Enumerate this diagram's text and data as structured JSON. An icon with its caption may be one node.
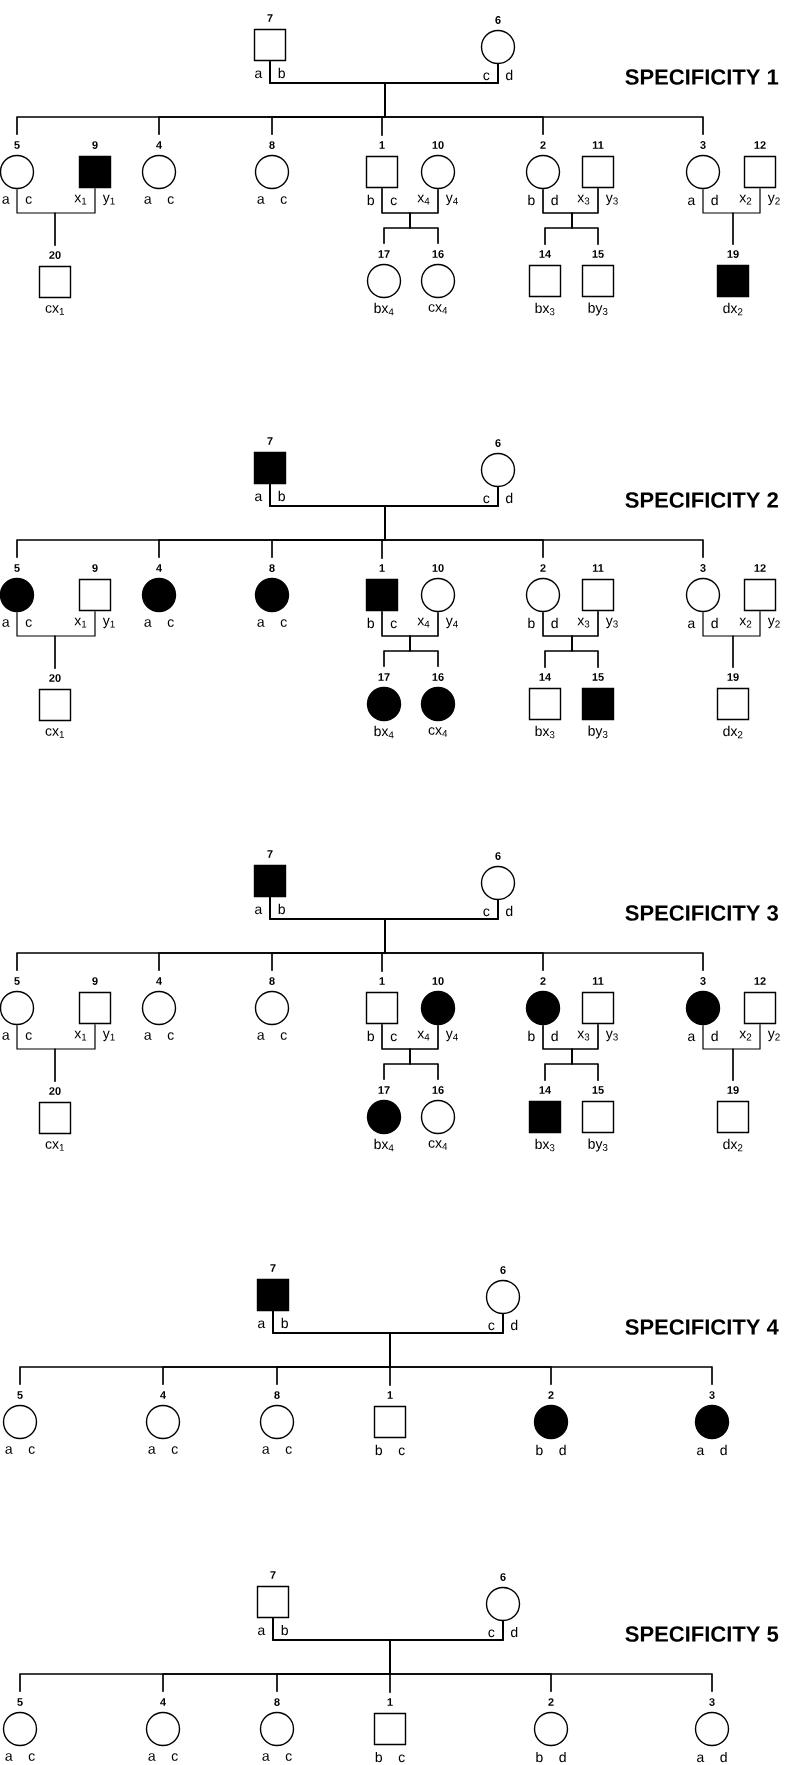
{
  "diagram": {
    "nodes": [
      {
        "text": [],
        "shape": "box",
        "beside": [
          "7",
          "a b"
        ]
      },
      {
        "text": [],
        "shape": "circle",
        "beside": [
          "6",
          "c d"
        ]
      },
      {
        "text": [],
        "shape": "circle",
        "beside": [
          "5",
          "a c"
        ]
      },
      {
        "text": [],
        "shape": "filled-box",
        "beside": [
          "9",
          "x$_{1}$ y$_{1}$"
        ]
      },
      {
        "text": [],
        "shape": "circle",
        "beside": [
          "4",
          "a c"
        ]
      },
      {
        "text": [],
        "shape": "circle",
        "beside": [
          "8",
          "a c"
        ]
      },
      {
        "text": [],
        "shape": "box",
        "beside": [
          "1",
          "b c"
        ]
      },
      {
        "text": [],
        "shape": "circle",
        "beside": [
          "10",
          "x$_{4}$ y$_{4}$"
        ]
      },
      {
        "text": [],
        "shape": "circle",
        "beside": [
          "2",
          "b d"
        ]
      },
      {
        "text": [],
        "shape": "box",
        "beside": [
          "11",
          "x$_{3}$ y$_{3}$"
        ]
      },
      {
        "text": [],
        "shape": "circle",
        "beside": [
          "3",
          "a d"
        ]
      },
      {
        "text": [],
        "shape": "box",
        "beside": [
          "12",
          "x$_{2}$ y$_{2}$"
        ]
      },
      {
        "text": [],
        "shape": "box",
        "beside": [
          "20",
          "cx$_{1}$"
        ]
      },
      {
        "text": [],
        "shape": "circle",
        "beside": [
          "17",
          "bx$_{4}$"
        ]
      },
      {
        "text": [],
        "shape": "circle",
        "beside": [
          "16",
          "cx$_{4}$"
        ]
      },
      {
        "text": [],
        "shape": "box",
        "beside": [
          "14",
          "bx$_{3}$"
        ]
      },
      {
        "text": [],
        "shape": "box",
        "beside": [
          "15",
          "by$_{3}$"
        ]
      },
      {
        "text": [],
        "shape": "filled-box",
        "beside": [
          "19",
          "dx$_{2}$"
        ]
      },
      {
        "text": [],
        "shape": "filled-box",
        "beside": [
          "7",
          "a b"
        ]
      },
      {
        "text": [],
        "shape": "circle",
        "beside": [
          "6",
          "c d"
        ]
      },
      {
        "text": [],
        "shape": "filled-circle",
        "beside": [
          "5",
          "a c"
        ]
      },
      {
        "text": [],
        "shape": "box",
        "beside": [
          "9",
          "x$_{1}$ y$_{1}$"
        ]
      },
      {
        "text": [],
        "shape": "filled-circle",
        "beside": [
          "4",
          "a c"
        ]
      },
      {
        "text": [],
        "shape": "filled-circle",
        "beside": [
          "8",
          "a c"
        ]
      },
      {
        "text": [],
        "shape": "filled-box",
        "beside": [
          "1",
          "b c"
        ]
      },
      {
        "text": [],
        "shape": "circle",
        "beside": [
          "10",
          "x$_{4}$ y$_{4}$"
        ]
      },
      {
        "text": [],
        "shape": "circle",
        "beside": [
          "2",
          "b d"
        ]
      },
      {
        "text": [],
        "shape": "box",
        "beside": [
          "11",
          "x$_{3}$ y$_{3}$"
        ]
      },
      {
        "text": [],
        "shape": "circle",
        "beside": [
          "3",
          "a d"
        ]
      },
      {
        "text": [],
        "shape": "box",
        "beside": [
          "12",
          "x$_{2}$ y$_{2}$"
        ]
      },
      {
        "text": [],
        "shape": "box",
        "beside": [
          "20",
          "cx$_{1}$"
        ]
      },
      {
        "text": [],
        "shape": "filled-circle",
        "beside": [
          "17",
          "bx$_{4}$"
        ]
      },
      {
        "text": [],
        "shape": "filled-circle",
        "beside": [
          "16",
          "cx$_{4}$"
        ]
      },
      {
        "text": [],
        "shape": "box",
        "beside": [
          "14",
          "bx$_{3}$"
        ]
      },
      {
        "text": [],
        "shape": "filled-box",
        "beside": [
          "15",
          "by$_{3}$"
        ]
      },
      {
        "text": [],
        "shape": "box",
        "beside": [
          "19",
          "dx$_{2}$"
        ]
      },
      {
        "text": [],
        "shape": "filled-box",
        "beside": [
          "7",
          "a b"
        ]
      },
      {
        "text": [],
        "shape": "circle",
        "beside": [
          "6",
          "c d"
        ]
      },
      {
        "text": [],
        "shape": "circle",
        "beside": [
          "5",
          "a c"
        ]
      },
      {
        "text": [],
        "shape": "box",
        "beside": [
          "9",
          "x$_{1}$ y$_{1}$"
        ]
      },
      {
        "text": [],
        "shape": "circle",
        "beside": [
          "4",
          "a c"
        ]
      },
      {
        "text": [],
        "shape": "circle",
        "beside": [
          "8",
          "a c"
        ]
      },
      {
        "text": [],
        "shape": "box",
        "beside": [
          "1",
          "b c"
        ]
      },
      {
        "text": [],
        "shape": "filled-circle",
        "beside": [
          "10",
          "x$_{4}$ y$_{4}$"
        ]
      },
      {
        "text": [],
        "shape": "filled-circle",
        "beside": [
          "2",
          "b d"
        ]
      },
      {
        "text": [],
        "shape": "box",
        "beside": [
          "11",
          "x$_{3}$ y$_{3}$"
        ]
      },
      {
        "text": [],
        "shape": "filled-circle",
        "beside": [
          "3",
          "a d"
        ]
      },
      {
        "text": [],
        "shape": "box",
        "beside": [
          "12",
          "x$_{2}$ y$_{2}$"
        ]
      },
      {
        "text": [],
        "shape": "box",
        "beside": [
          "20",
          "cx$_{1}$"
        ]
      },
      {
        "text": [],
        "shape": "filled-circle",
        "beside": [
          "17",
          "bx$_{4}$"
        ]
      },
      {
        "text": [],
        "shape": "circle",
        "beside": [
          "16",
          "cx$_{4}$"
        ]
      },
      {
        "text": [],
        "shape": "filled-box",
        "beside": [
          "14",
          "bx$_{3}$"
        ]
      },
      {
        "text": [],
        "shape": "box",
        "beside": [
          "15",
          "by$_{3}$"
        ]
      },
      {
        "text": [],
        "shape": "box",
        "beside": [
          "19",
          "dx$_{2}$"
        ]
      },
      {
        "text": [],
        "shape": "filled-box",
        "beside": [
          "7",
          "a b"
        ]
      },
      {
        "text": [],
        "shape": "circle",
        "beside": [
          "6",
          "c d"
        ]
      },
      {
        "text": [],
        "shape": "circle",
        "beside": [
          "5",
          "a c"
        ]
      },
      {
        "text": [],
        "shape": "circle",
        "beside": [
          "4",
          "a c"
        ]
      },
      {
        "text": [],
        "shape": "circle",
        "beside": [
          "8",
          "a c"
        ]
      },
      {
        "text": [],
        "shape": "box",
        "beside": [
          "1",
          "b c"
        ]
      },
      {
        "text": [],
        "shape": "filled-circle",
        "beside": [
          "2",
          "b d"
        ]
      },
      {
        "text": [],
        "shape": "filled-circle",
        "beside": [
          "3",
          "a d"
        ]
      },
      {
        "text": [],
        "shape": "box",
        "beside": [
          "7",
          "a b"
        ]
      },
      {
        "text": [],
        "shape": "circle",
        "beside": [
          "6",
          "c d"
        ]
      },
      {
        "text": [],
        "shape": "circle",
        "beside": [
          "5",
          "a c"
        ]
      },
      {
        "text": [],
        "shape": "circle",
        "beside": [
          "4",
          "a c"
        ]
      },
      {
        "text": [],
        "shape": "circle",
        "beside": [
          "8",
          "a c"
        ]
      },
      {
        "text": [],
        "shape": "box",
        "beside": [
          "1",
          "b c"
        ]
      },
      {
        "text": [],
        "shape": "circle",
        "beside": [
          "2",
          "b d"
        ]
      },
      {
        "text": [],
        "shape": "circle",
        "beside": [
          "3",
          "a d"
        ]
      }
    ],
    "edges": [
      {
        "from": 0,
        "to": 2,
        "arrow": "none"
      },
      {
        "from": 1,
        "to": 2,
        "arrow": "none"
      },
      {
        "from": 0,
        "to": 4,
        "arrow": "none"
      },
      {
        "from": 1,
        "to": 4,
        "arrow": "none"
      },
      {
        "from": 0,
        "to": 5,
        "arrow": "none"
      },
      {
        "from": 1,
        "to": 5,
        "arrow": "none"
      },
      {
        "from": 0,
        "to": 6,
        "arrow": "none"
      },
      {
        "from": 1,
        "to": 6,
        "arrow": "none"
      },
      {
        "from": 0,
        "to": 8,
        "arrow": "none"
      },
      {
        "from": 1,
        "to": 8,
        "arrow": "none"
      },
      {
        "from": 0,
        "to": 10,
        "arrow": "none"
      },
      {
        "from": 1,
        "to": 10,
        "arrow": "none"
      },
      {
        "from": 2,
        "to": 12,
        "arrow": "none"
      },
      {
        "from": 3,
        "to": 12,
        "arrow": "none"
      },
      {
        "from": 6,
        "to": 13,
        "arrow": "none"
      },
      {
        "from": 7,
        "to": 13,
        "arrow": "none"
      },
      {
        "from": 6,
        "to": 14,
        "arrow": "none"
      },
      {
        "from": 7,
        "to": 14,
        "arrow": "none"
      },
      {
        "from": 8,
        "to": 15,
        "arrow": "none"
      },
      {
        "from": 9,
        "to": 15,
        "arrow": "none"
      },
      {
        "from": 8,
        "to": 16,
        "arrow": "none"
      },
      {
        "from": 9,
        "to": 16,
        "arrow": "none"
      },
      {
        "from": 10,
        "to": 17,
        "arrow": "none"
      },
      {
        "from": 11,
        "to": 17,
        "arrow": "none"
      },
      {
        "from": 18,
        "to": 20,
        "arrow": "none"
      },
      {
        "from": 19,
        "to": 20,
        "arrow": "none"
      },
      {
        "from": 18,
        "to": 22,
        "arrow": "none"
      },
      {
        "from": 19,
        "to": 22,
        "arrow": "none"
      },
      {
        "from": 18,
        "to": 23,
        "arrow": "none"
      },
      {
        "from": 19,
        "to": 23,
        "arrow": "none"
      },
      {
        "from": 18,
        "to": 24,
        "arrow": "none"
      },
      {
        "from": 19,
        "to": 24,
        "arrow": "none"
      },
      {
        "from": 18,
        "to": 26,
        "arrow": "none"
      },
      {
        "from": 19,
        "to": 26,
        "arrow": "none"
      },
      {
        "from": 18,
        "to": 28,
        "arrow": "none"
      },
      {
        "from": 19,
        "to": 28,
        "arrow": "none"
      },
      {
        "from": 20,
        "to": 30,
        "arrow": "none"
      },
      {
        "from": 21,
        "to": 30,
        "arrow": "none"
      },
      {
        "from": 24,
        "to": 31,
        "arrow": "none"
      },
      {
        "from": 25,
        "to": 31,
        "arrow": "none"
      },
      {
        "from": 24,
        "to": 32,
        "arrow": "none"
      },
      {
        "from": 25,
        "to": 32,
        "arrow": "none"
      },
      {
        "from": 26,
        "to": 33,
        "arrow": "none"
      },
      {
        "from": 27,
        "to": 33,
        "arrow": "none"
      },
      {
        "from": 26,
        "to": 34,
        "arrow": "none"
      },
      {
        "from": 27,
        "to": 34,
        "arrow": "none"
      },
      {
        "from": 28,
        "to": 35,
        "arrow": "none"
      },
      {
        "from": 29,
        "to": 35,
        "arrow": "none"
      },
      {
        "from": 36,
        "to": 38,
        "arrow": "none"
      },
      {
        "from": 37,
        "to": 38,
        "arrow": "none"
      },
      {
        "from": 36,
        "to": 40,
        "arrow": "none"
      },
      {
        "from": 37,
        "to": 40,
        "arrow": "none"
      },
      {
        "from": 36,
        "to": 41,
        "arrow": "none"
      },
      {
        "from": 37,
        "to": 41,
        "arrow": "none"
      },
      {
        "from": 36,
        "to": 42,
        "arrow": "none"
      },
      {
        "from": 37,
        "to": 42,
        "arrow": "none"
      },
      {
        "from": 36,
        "to": 44,
        "arrow": "none"
      },
      {
        "from": 37,
        "to": 44,
        "arrow": "none"
      },
      {
        "from": 36,
        "to": 46,
        "arrow": "none"
      },
      {
        "from": 37,
        "to": 46,
        "arrow": "none"
      },
      {
        "from": 38,
        "to": 48,
        "arrow": "none"
      },
      {
        "from": 39,
        "to": 48,
        "arrow": "none"
      },
      {
        "from": 42,
        "to": 49,
        "arrow": "none"
      },
      {
        "from": 43,
        "to": 49,
        "arrow": "none"
      },
      {
        "from": 42,
        "to": 50,
        "arrow": "none"
      },
      {
        "from": 43,
        "to": 50,
        "arrow": "none"
      },
      {
        "from": 44,
        "to": 51,
        "arrow": "none"
      },
      {
        "from": 45,
        "to": 51,
        "arrow": "none"
      },
      {
        "from": 44,
        "to": 52,
        "arrow": "none"
      },
      {
        "from": 45,
        "to": 52,
        "arrow": "none"
      },
      {
        "from": 46,
        "to": 53,
        "arrow": "none"
      },
      {
        "from": 47,
        "to": 53,
        "arrow": "none"
      },
      {
        "from": 54,
        "to": 56,
        "arrow": "none"
      },
      {
        "from": 55,
        "to": 56,
        "arrow": "none"
      },
      {
        "from": 54,
        "to": 57,
        "arrow": "none"
      },
      {
        "from": 55,
        "to": 57,
        "arrow": "none"
      },
      {
        "from": 54,
        "to": 58,
        "arrow": "none"
      },
      {
        "from": 55,
        "to": 58,
        "arrow": "none"
      },
      {
        "from": 54,
        "to": 59,
        "arrow": "none"
      },
      {
        "from": 55,
        "to": 59,
        "arrow": "none"
      },
      {
        "from": 54,
        "to": 60,
        "arrow": "none"
      },
      {
        "from": 55,
        "to": 60,
        "arrow": "none"
      },
      {
        "from": 54,
        "to": 61,
        "arrow": "none"
      },
      {
        "from": 55,
        "to": 61,
        "arrow": "none"
      },
      {
        "from": 62,
        "to": 64,
        "arrow": "none"
      },
      {
        "from": 63,
        "to": 64,
        "arrow": "none"
      },
      {
        "from": 62,
        "to": 65,
        "arrow": "none"
      },
      {
        "from": 63,
        "to": 65,
        "arrow": "none"
      },
      {
        "from": 62,
        "to": 66,
        "arrow": "none"
      },
      {
        "from": 63,
        "to": 66,
        "arrow": "none"
      },
      {
        "from": 62,
        "to": 67,
        "arrow": "none"
      },
      {
        "from": 63,
        "to": 67,
        "arrow": "none"
      },
      {
        "from": 62,
        "to": 68,
        "arrow": "none"
      },
      {
        "from": 63,
        "to": 68,
        "arrow": "none"
      },
      {
        "from": 62,
        "to": 69,
        "arrow": "none"
      },
      {
        "from": 63,
        "to": 69,
        "arrow": "none"
      }
    ],
    "labels": [
      "SPECIFICITY 1",
      "SPECIFICITY 2",
      "SPECIFICITY 3",
      "SPECIFICITY 4",
      "SPECIFICITY 5"
    ]
  }
}
